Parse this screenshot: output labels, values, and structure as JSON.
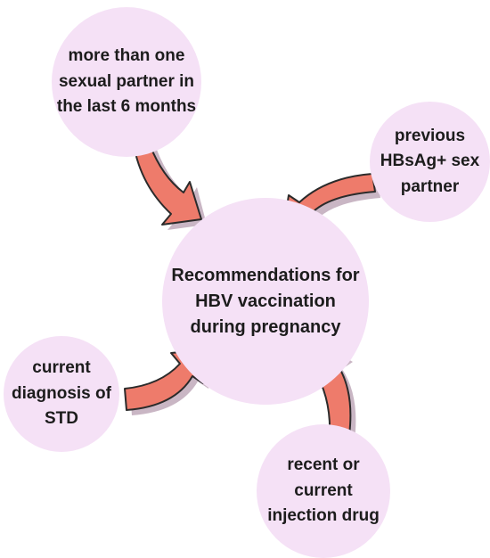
{
  "center": {
    "label": "Recommendations for\nHBV vaccination\nduring pregnancy"
  },
  "factors": [
    {
      "id": "top",
      "label": "more than one\nsexual partner in\nthe last 6 months"
    },
    {
      "id": "right",
      "label": "previous\nHBsAg+ sex\npartner"
    },
    {
      "id": "left",
      "label": "current\ndiagnosis of\nSTD"
    },
    {
      "id": "bottom",
      "label": "recent or\ncurrent\ninjection drug"
    }
  ],
  "colors": {
    "bubble_fill": "#f5e1f6",
    "arrow_fill": "#ee7b6b",
    "arrow_shadow": "#c9b6c4",
    "arrow_outline": "#2b2b2b",
    "text": "#1c1c1c"
  }
}
